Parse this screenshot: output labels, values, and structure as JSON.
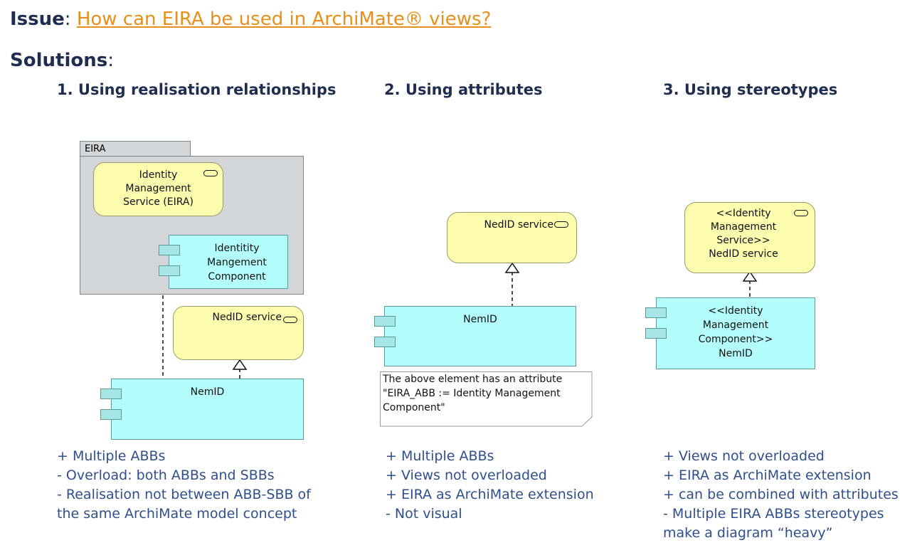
{
  "header": {
    "issue_label": "Issue",
    "issue_sep": ": ",
    "issue_link": "How can EIRA be used in ArchiMate® views?",
    "solutions_label": "Solutions",
    "solutions_colon": ":"
  },
  "columns": [
    {
      "heading": "1. Using realisation relationships",
      "group_label": "EIRA",
      "service_abb": [
        "Identity",
        "Management",
        "Service (EIRA)"
      ],
      "component_abb": [
        "Identitity",
        "Mangement",
        "Component"
      ],
      "service_sbb": "NedID service",
      "component_sbb": "NemID",
      "bullets": [
        "+ Multiple ABBs",
        "- Overload: both ABBs and SBBs",
        "- Realisation not between ABB-SBB of",
        "the same ArchiMate model concept"
      ]
    },
    {
      "heading": "2. Using attributes",
      "service": "NedID service",
      "component": "NemID",
      "note": [
        "The above element has an attribute",
        "\"EIRA_ABB := Identity Management",
        "Component\""
      ],
      "bullets": [
        "+ Multiple ABBs",
        "+ Views not overloaded",
        "+ EIRA as ArchiMate extension",
        "- Not visual"
      ]
    },
    {
      "heading": "3. Using stereotypes",
      "service": [
        "<<Identity",
        "Management",
        "Service>>",
        "NedID service"
      ],
      "component": [
        "<<Identity",
        "Management",
        "Component>>",
        "NemID"
      ],
      "bullets": [
        "+ Views not overloaded",
        "+ EIRA as ArchiMate extension",
        "+ can be combined with attributes",
        "- Multiple EIRA ABBs stereotypes",
        "make a diagram “heavy”"
      ]
    }
  ],
  "colors": {
    "title": "#1f2d4e",
    "link": "#e8901a",
    "bullets": "#2f4f8c",
    "service_fill": "#fdfbad",
    "component_fill": "#b3fdfd",
    "group_fill": "#d3d6d9"
  },
  "icons": [
    "service-icon",
    "component-icon",
    "realisation-arrow"
  ]
}
